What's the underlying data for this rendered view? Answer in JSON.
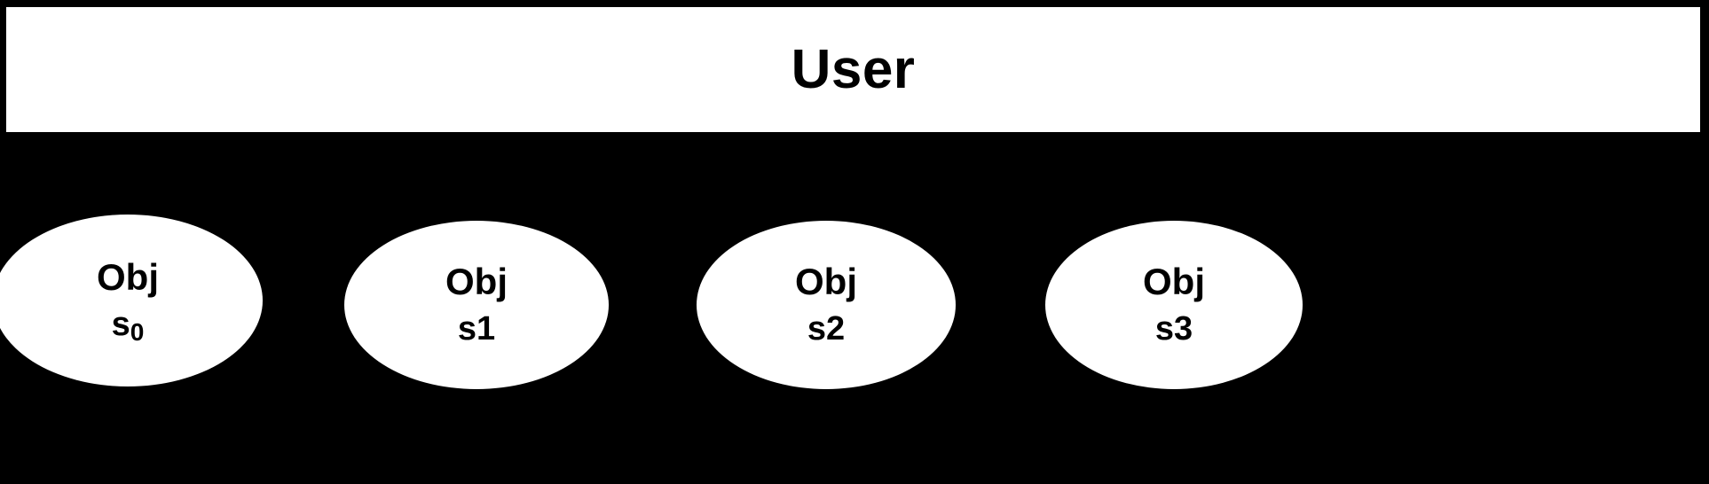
{
  "diagram": {
    "background_color": "#000000",
    "shape_fill_color": "#ffffff",
    "stroke_color": "#000000",
    "actor": {
      "label": "User",
      "shape": "rectangle"
    },
    "objects": [
      {
        "title": "Obj",
        "state_prefix": "s",
        "state_index": "0",
        "state_label": "s0",
        "subscripted": true,
        "shape": "ellipse"
      },
      {
        "title": "Obj",
        "state_prefix": "s",
        "state_index": "1",
        "state_label": "s1",
        "subscripted": false,
        "shape": "ellipse"
      },
      {
        "title": "Obj",
        "state_prefix": "s",
        "state_index": "2",
        "state_label": "s2",
        "subscripted": false,
        "shape": "ellipse"
      },
      {
        "title": "Obj",
        "state_prefix": "s",
        "state_index": "3",
        "state_label": "s3",
        "subscripted": false,
        "shape": "ellipse"
      }
    ]
  }
}
